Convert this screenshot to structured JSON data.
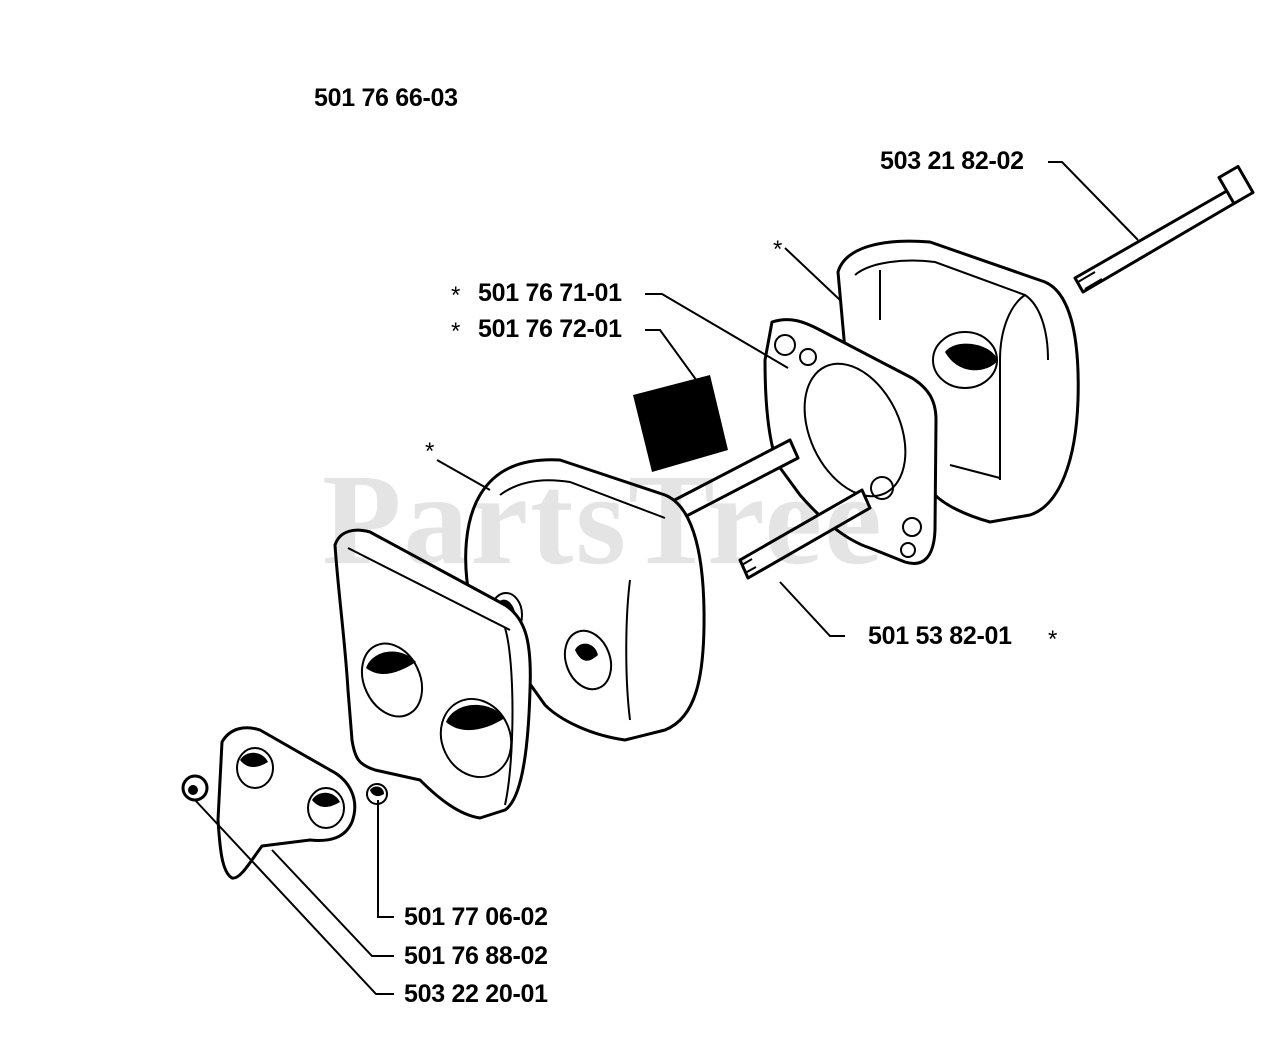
{
  "assembly_number": "501 76 66-03",
  "watermark": "PartsTree",
  "asterisk": "*",
  "callouts": [
    {
      "id": "bolt",
      "text": "503 21 82-02",
      "starred": false
    },
    {
      "id": "baffle",
      "text": "501 76 71-01",
      "starred": true
    },
    {
      "id": "screen",
      "text": "501 76 72-01",
      "starred": true
    },
    {
      "id": "stud",
      "text": "501 53 82-01",
      "starred": true
    },
    {
      "id": "heat-shield",
      "text": "501 77 06-02",
      "starred": false
    },
    {
      "id": "gasket",
      "text": "501 76 88-02",
      "starred": false
    },
    {
      "id": "nut",
      "text": "503 22 20-01",
      "starred": false
    }
  ]
}
